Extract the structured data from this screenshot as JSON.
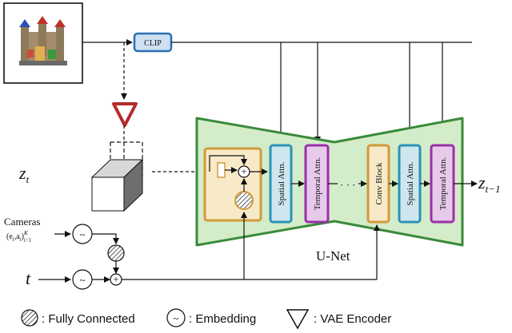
{
  "diagram": {
    "clip_label": "CLIP",
    "z_t": "z",
    "z_t_sub": "t",
    "z_t1": "z",
    "z_t1_sub": "t−1",
    "cameras_label": "Cameras",
    "cameras_formula": "(e",
    "cameras_formula_full": "(e_i, a_i)_{i=1}^K",
    "t_label": "t",
    "unet_label": "U-Net",
    "spatial_attn": "Spatial Attn.",
    "temporal_attn": "Temporal Attn.",
    "conv_block": "Conv Block",
    "ellipsis": "· · ·",
    "plus": "+"
  },
  "legend": {
    "fully_connected": ": Fully Connected",
    "embedding": ": Embedding",
    "vae_encoder": ": VAE Encoder"
  },
  "colors": {
    "unet_fill": "#d3ecc9",
    "unet_stroke": "#3a8a3a",
    "spatial_fill": "#cfe6ee",
    "spatial_stroke": "#2a93b8",
    "temporal_fill": "#e7c9ea",
    "temporal_stroke": "#9b2fa8",
    "res_fill": "#f8eac8",
    "res_stroke": "#d19a3b",
    "clip_fill": "#cfe0f2",
    "clip_stroke": "#2a6fb0",
    "vae_fill": "#ffffff",
    "vae_stroke": "#b52a2a"
  }
}
